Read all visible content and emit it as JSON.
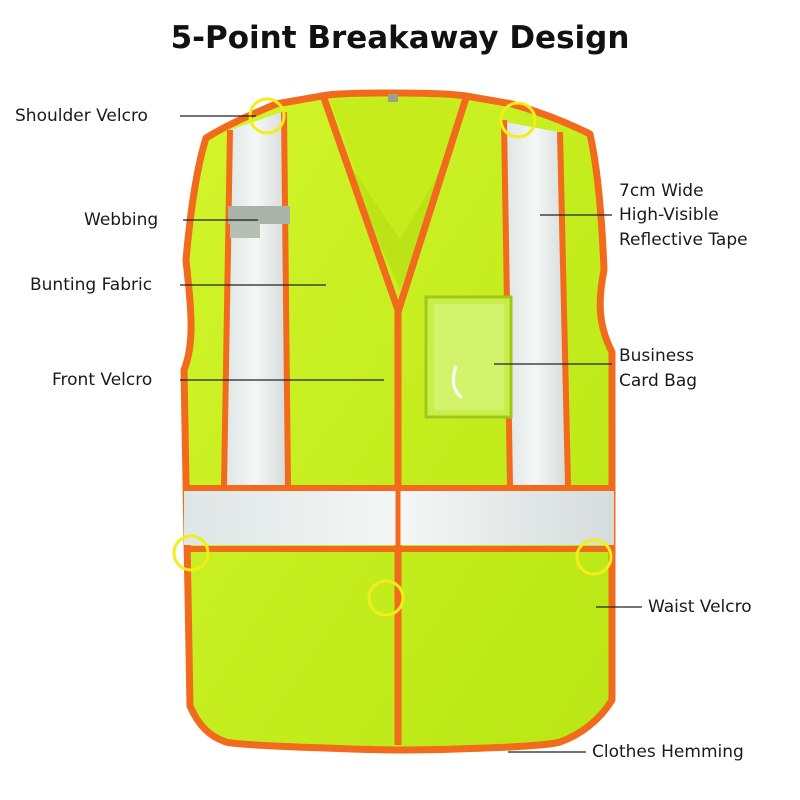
{
  "title": "5-Point Breakaway Design",
  "labels": {
    "shoulder_velcro": "Shoulder Velcro",
    "webbing": "Webbing",
    "bunting_fabric": "Bunting Fabric",
    "front_velcro": "Front Velcro",
    "reflective_tape_line1": "7cm Wide",
    "reflective_tape_line2": "High-Visible",
    "reflective_tape_line3": "Reflective Tape",
    "business_card_line1": "Business",
    "business_card_line2": "Card Bag",
    "waist_velcro": "Waist Velcro",
    "clothes_hemming": "Clothes Hemming"
  },
  "colors": {
    "vest_fabric": "#c8f01e",
    "trim": "#f26a1b",
    "reflective": "#e6ecec",
    "highlight_circle": "#f2ee1a",
    "leader_line": "#222222"
  }
}
